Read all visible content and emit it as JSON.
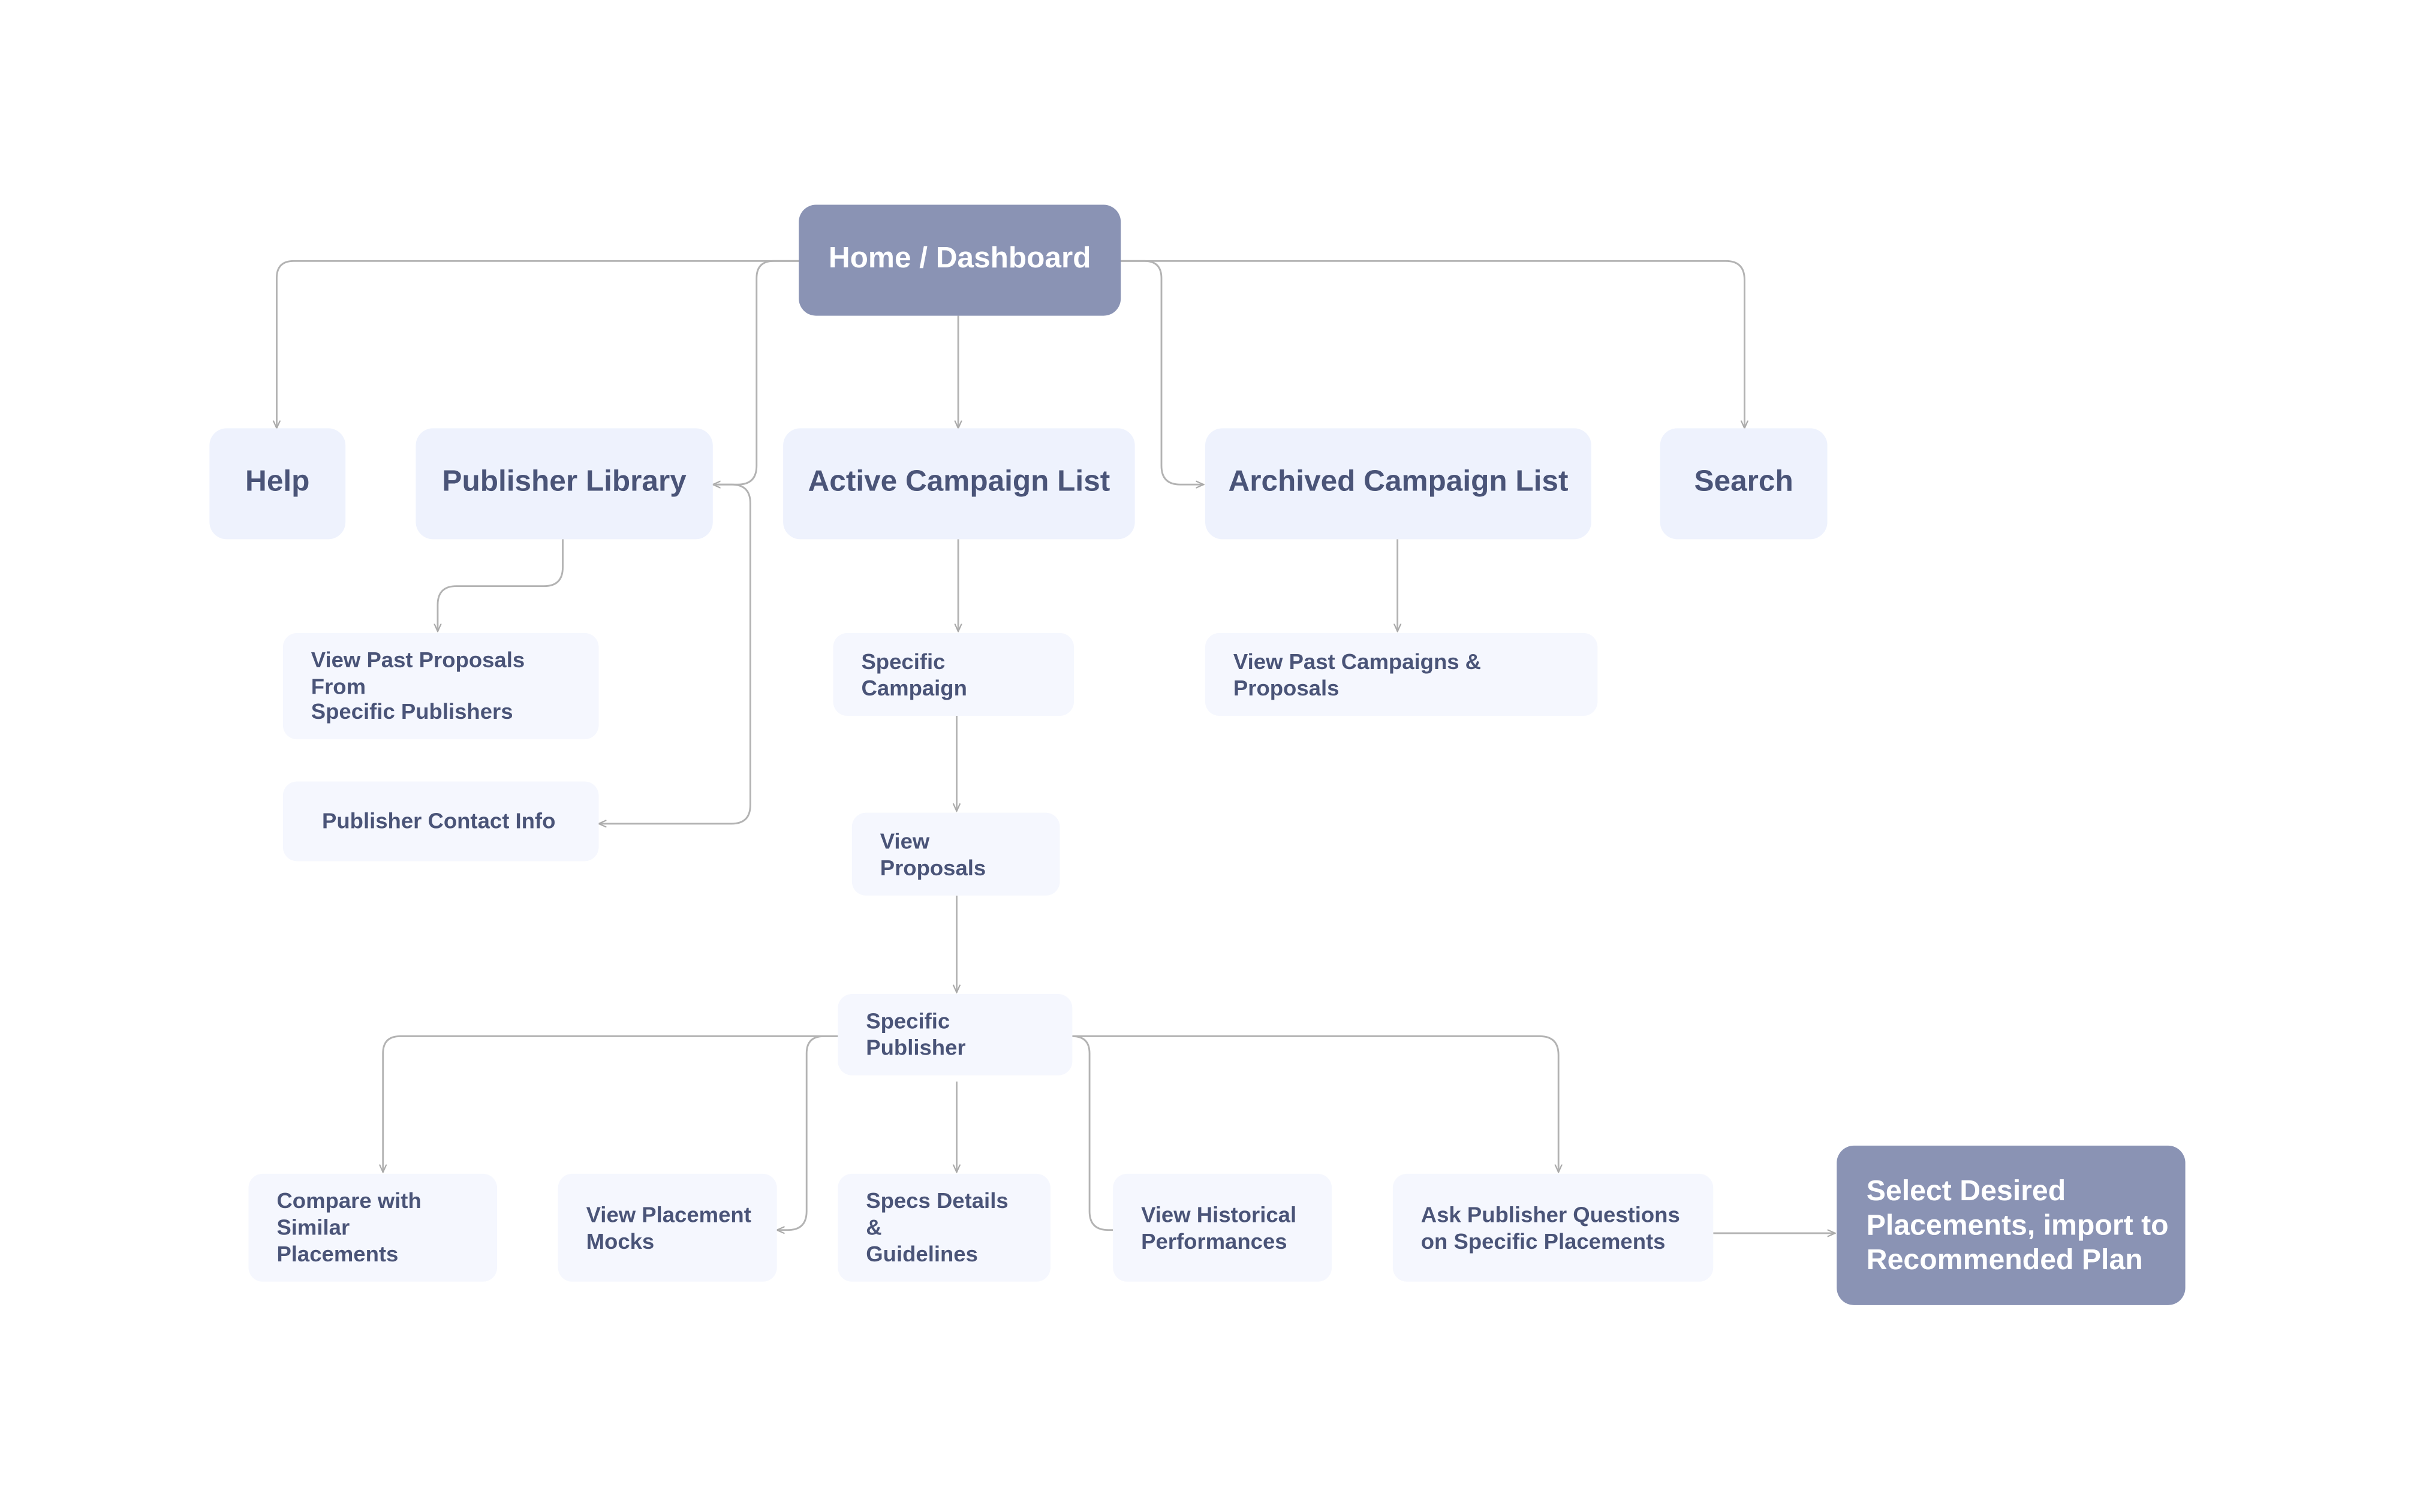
{
  "diagram": {
    "nodes": {
      "home": "Home / Dashboard",
      "help": "Help",
      "publisher_library": "Publisher Library",
      "active_campaign_list": "Active Campaign List",
      "archived_campaign_list": "Archived Campaign List",
      "search": "Search",
      "view_past_proposals": "View Past Proposals From\nSpecific Publishers",
      "publisher_contact_info": "Publisher Contact Info",
      "specific_campaign": "Specific Campaign",
      "view_past_campaigns": "View Past Campaigns & Proposals",
      "view_proposals": "View Proposals",
      "specific_publisher": "Specific Publisher",
      "compare_similar": "Compare with\nSimilar Placements",
      "view_placement_mocks": "View Placement\nMocks",
      "specs_details": "Specs Details &\nGuidelines",
      "view_historical": "View Historical\nPerformances",
      "ask_publisher": "Ask Publisher Questions\non Specific Placements",
      "select_placements": "Select Desired\nPlacements, import to\nRecommended Plan"
    },
    "colors": {
      "primary_node": "#8a93b4",
      "secondary_node": "#eef2fd",
      "tertiary_node": "#f5f7fe",
      "node_text": "#4a5478",
      "connector": "#b3b3b3"
    }
  }
}
